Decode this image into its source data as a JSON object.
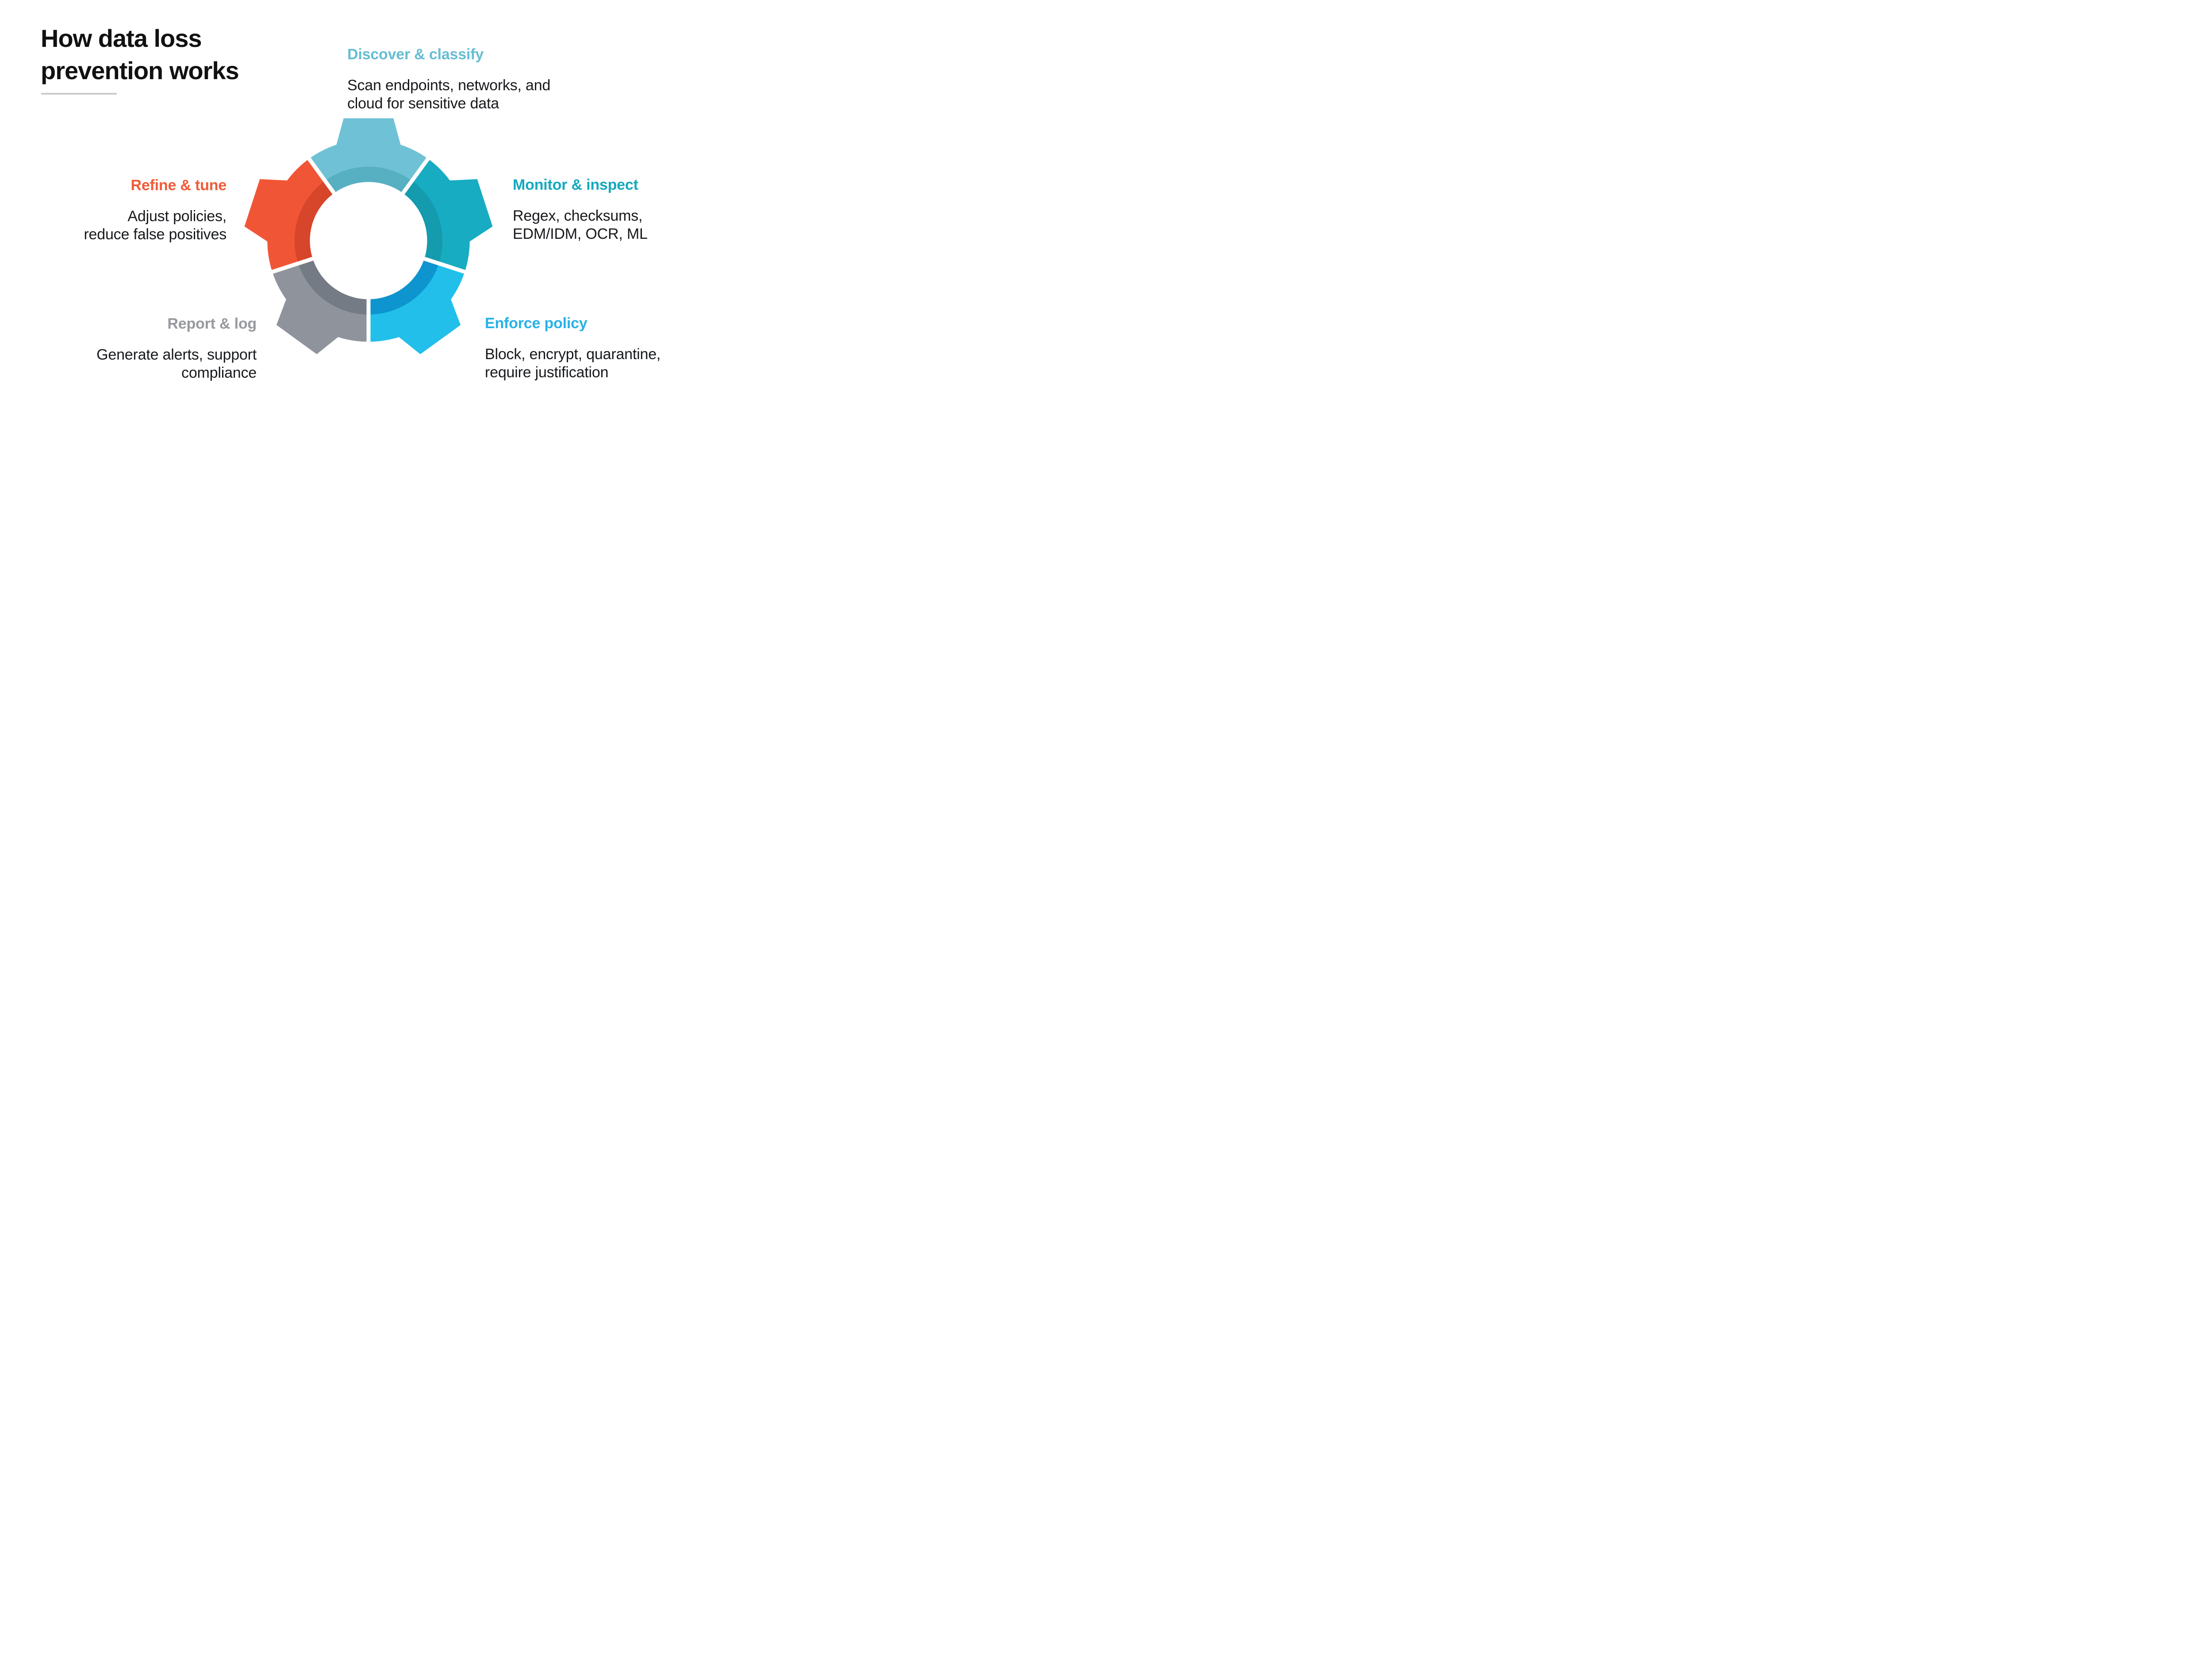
{
  "background": "#FFFFFF",
  "text_color": "#17191C",
  "title": {
    "line1": "How data loss",
    "line2": "prevention works",
    "color": "#111111",
    "underline_color": "#CCCCCC"
  },
  "diagram": {
    "type": "gear-cycle",
    "center_color": "#FFFFFF",
    "divider_color": "#FFFFFF"
  },
  "steps": [
    {
      "key": "discover",
      "label": "Discover & classify",
      "desc1": "Scan endpoints, networks, and",
      "desc2": "cloud for sensitive data",
      "label_color": "#66BDD3",
      "segment_color": "#6FC2D6",
      "segment_dark_color": "#57AFC2",
      "align": "left",
      "gear_position": "top"
    },
    {
      "key": "monitor",
      "label": "Monitor & inspect",
      "desc1": "Regex, checksums,",
      "desc2": "EDM/IDM, OCR, ML",
      "label_color": "#14A9BE",
      "segment_color": "#17ACC2",
      "segment_dark_color": "#149BAD",
      "align": "left",
      "gear_position": "upper-right"
    },
    {
      "key": "enforce",
      "label": "Enforce policy",
      "desc1": "Block, encrypt, quarantine,",
      "desc2": "require justification",
      "label_color": "#27B2E8",
      "segment_color": "#21BFEA",
      "segment_dark_color": "#0E94CF",
      "align": "left",
      "gear_position": "lower-right"
    },
    {
      "key": "report",
      "label": "Report & log",
      "desc1": "Generate alerts, support",
      "desc2": "compliance",
      "label_color": "#97999E",
      "segment_color": "#8F949C",
      "segment_dark_color": "#757B84",
      "align": "right",
      "gear_position": "lower-left"
    },
    {
      "key": "refine",
      "label": "Refine & tune",
      "desc1": "Adjust policies,",
      "desc2": "reduce false positives",
      "label_color": "#F15B38",
      "segment_color": "#F05636",
      "segment_dark_color": "#D7452A",
      "align": "right",
      "gear_position": "upper-left"
    }
  ]
}
